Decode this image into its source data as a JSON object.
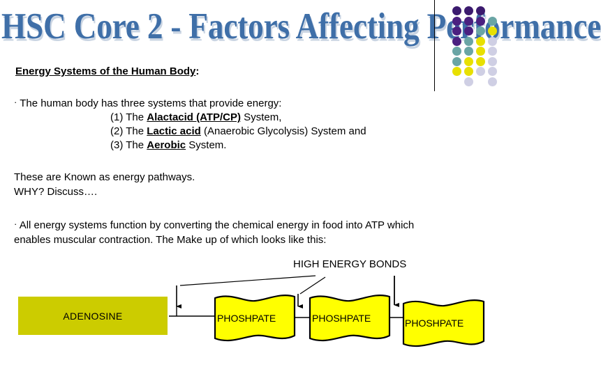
{
  "slide": {
    "title": "HSC Core 2 - Factors Affecting Performance",
    "title_color": "#3f6fa8",
    "title_shadow_color": "#c9d4e2",
    "background": "#ffffff"
  },
  "heading": {
    "underlined": "Energy Systems of the Human Body",
    "trailing": ":"
  },
  "paragraph_1": {
    "bullet": "·",
    "lead": "The human body has three systems that provide energy:",
    "items": [
      {
        "number": "(1)",
        "prefix": "The ",
        "emphasis": "Alactacid (ATP/CP)",
        "suffix": " System,"
      },
      {
        "number": "(2)",
        "prefix": "The ",
        "emphasis": "Lactic acid",
        "suffix": " (Anaerobic Glycolysis) System and"
      },
      {
        "number": "(3)",
        "prefix": "The ",
        "emphasis": "Aerobic",
        "suffix": " System."
      }
    ]
  },
  "paragraph_2": {
    "line_1": "These are Known as energy pathways.",
    "line_2": "WHY? Discuss…."
  },
  "paragraph_3": {
    "bullet": "·",
    "line_1": "All energy systems function by converting the chemical energy in food into ATP which",
    "line_2": "enables muscular contraction. The Make up of which looks like this:"
  },
  "diagram": {
    "high_energy_bonds_label": "HIGH ENERGY BONDS",
    "adenosine_label": "ADENOSINE",
    "adenosine_color": "#cccc00",
    "phosphate_color": "#ffff00",
    "phosphate_outline": "#000000",
    "phosphates": [
      {
        "label": "PHOSHPATE"
      },
      {
        "label": "PHOSHPATE"
      },
      {
        "label": "PHOSHPATE"
      }
    ]
  },
  "dot_grid": {
    "colors": {
      "dark_purple": "#3b1a6e",
      "purple": "#4b2080",
      "teal": "#6aa5a5",
      "yellow": "#e8e000",
      "lavender": "#cfcfe4"
    },
    "rows": [
      [
        "#3b1a6e",
        "#3b1a6e",
        "#3b1a6e",
        null
      ],
      [
        "#4b2080",
        "#4b2080",
        "#4b2080",
        "#6aa5a5"
      ],
      [
        "#4b2080",
        "#4b2080",
        "#6aa5a5",
        "#e8e000"
      ],
      [
        "#4b2080",
        "#6aa5a5",
        "#e8e000",
        "#cfcfe4"
      ],
      [
        "#6aa5a5",
        "#6aa5a5",
        "#e8e000",
        "#cfcfe4"
      ],
      [
        "#6aa5a5",
        "#e8e000",
        "#e8e000",
        "#cfcfe4"
      ],
      [
        "#e8e000",
        "#e8e000",
        "#cfcfe4",
        "#cfcfe4"
      ],
      [
        null,
        "#cfcfe4",
        null,
        "#cfcfe4"
      ]
    ]
  }
}
